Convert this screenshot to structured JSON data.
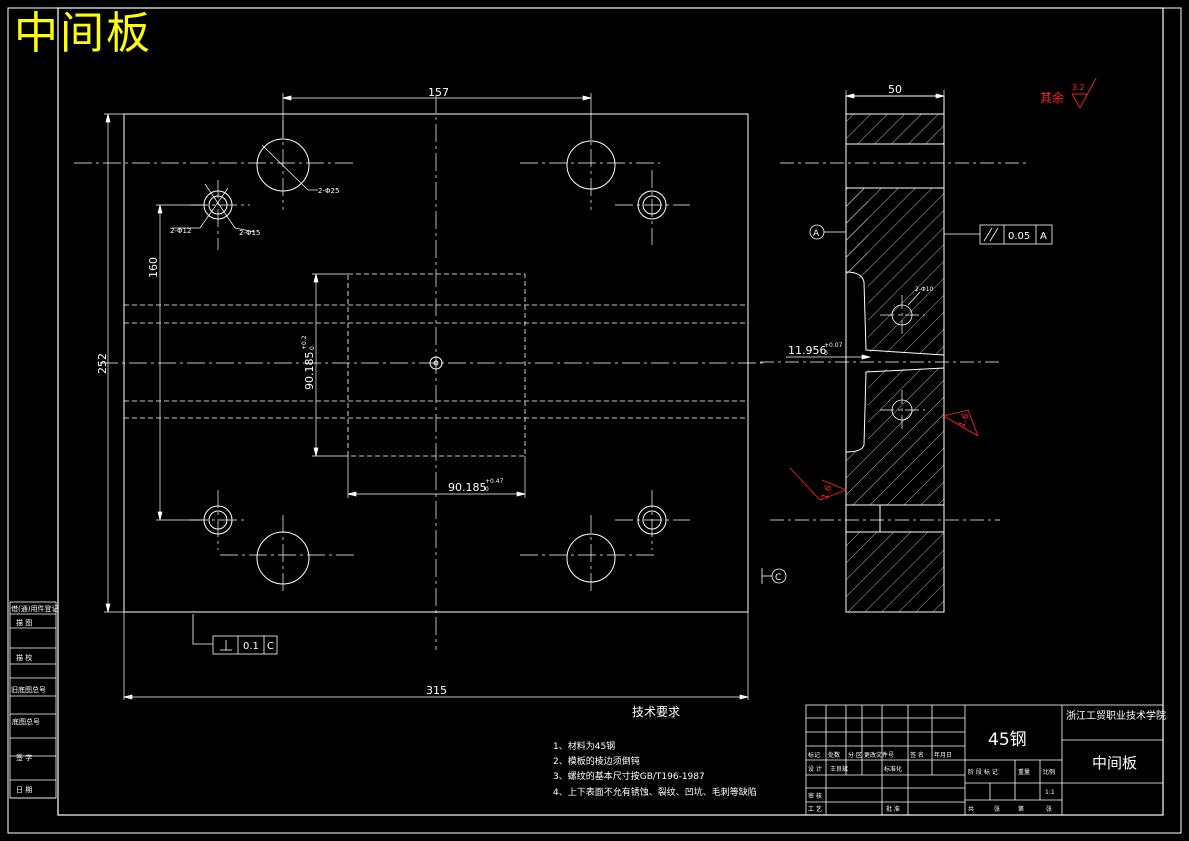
{
  "title": "中间板",
  "dims": {
    "top_width": "157",
    "overall_width": "315",
    "overall_height": "252",
    "hole_span": "160",
    "pocket_height": "90.185",
    "pocket_height_tol": "+0.2",
    "pocket_height_tol_low": "0",
    "pocket_width": "90.185",
    "pocket_width_tol": "+0.47",
    "pocket_width_tol_low": "0",
    "side_width": "50",
    "side_depth": "11.956",
    "side_depth_tol": "+0.07",
    "side_depth_tol_low": "0",
    "hole_25": "2-Φ25",
    "hole_12": "2-Φ12",
    "hole_15": "2-Φ15",
    "hole_10": "2-Φ10"
  },
  "datums": {
    "a": "A",
    "c": "C"
  },
  "tolerances": {
    "parallel_value": "0.05",
    "parallel_datum": "A",
    "perp_value": "0.1",
    "perp_datum": "C"
  },
  "roughness": {
    "rest_label": "其余",
    "rest_value": "3.2",
    "side_value": "1.6",
    "right_value": "1.6"
  },
  "tech": {
    "heading": "技术要求",
    "items": [
      "1、材料为45钢",
      "2、模板的棱边须倒钝",
      "3、螺纹的基本尺寸按GB/T196-1987",
      "4、上下表面不允有锈蚀、裂纹、凹坑、毛刺等缺陷"
    ]
  },
  "title_block": {
    "material": "45钢",
    "school": "浙江工贸职业技术学院",
    "part_name": "中间板",
    "scale": "1:1",
    "marks": [
      "标记",
      "处数",
      "分 区",
      "更改文件号",
      "签 名",
      "年月日"
    ],
    "design": [
      "设 计",
      "王良斌",
      "标准化"
    ],
    "review": "审 核",
    "process": "工 艺",
    "approve": "批 准",
    "stage_cols": [
      "阶 段 标 记",
      "重量",
      "比例"
    ],
    "sheet": [
      "共",
      "张",
      "第",
      "张"
    ]
  },
  "side_stamp": [
    "借(通)用件登记",
    "描 图",
    "描 校",
    "旧底图总号",
    "底图总号",
    "签 字",
    "日 期"
  ]
}
